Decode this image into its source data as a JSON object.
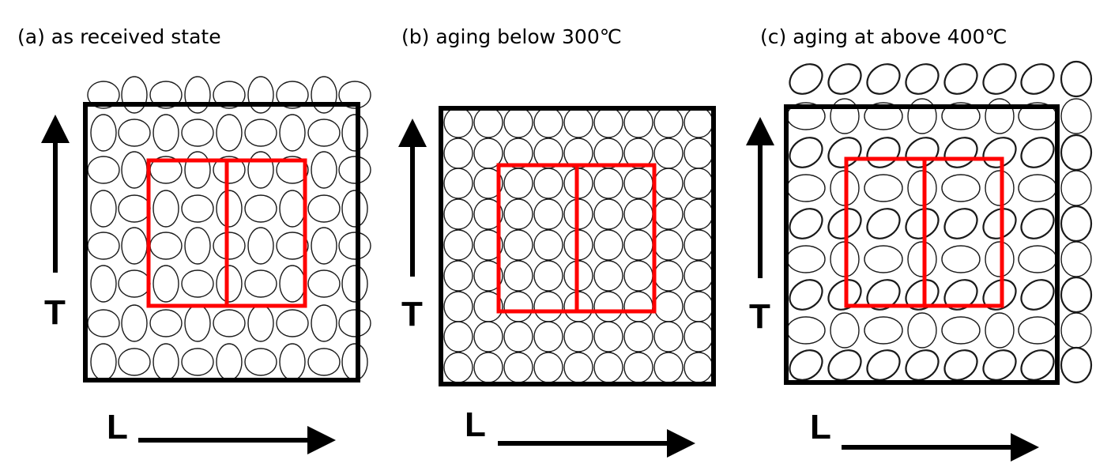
{
  "colors": {
    "frame": "#000000",
    "highlight": "#ff0000",
    "grain": "#1a1a1a"
  },
  "panels": [
    {
      "title": "(a) as received state",
      "axis_t": "T",
      "axis_l": "L",
      "grain_shape": "alternating-vertical-horizontal-ellipses"
    },
    {
      "title": "(b) aging below 300℃",
      "axis_t": "T",
      "axis_l": "L",
      "grain_shape": "circles"
    },
    {
      "title": "(c) aging at above 400℃",
      "axis_t": "T",
      "axis_l": "L",
      "grain_shape": "alternating-tilted-horizontal-ellipses"
    }
  ]
}
